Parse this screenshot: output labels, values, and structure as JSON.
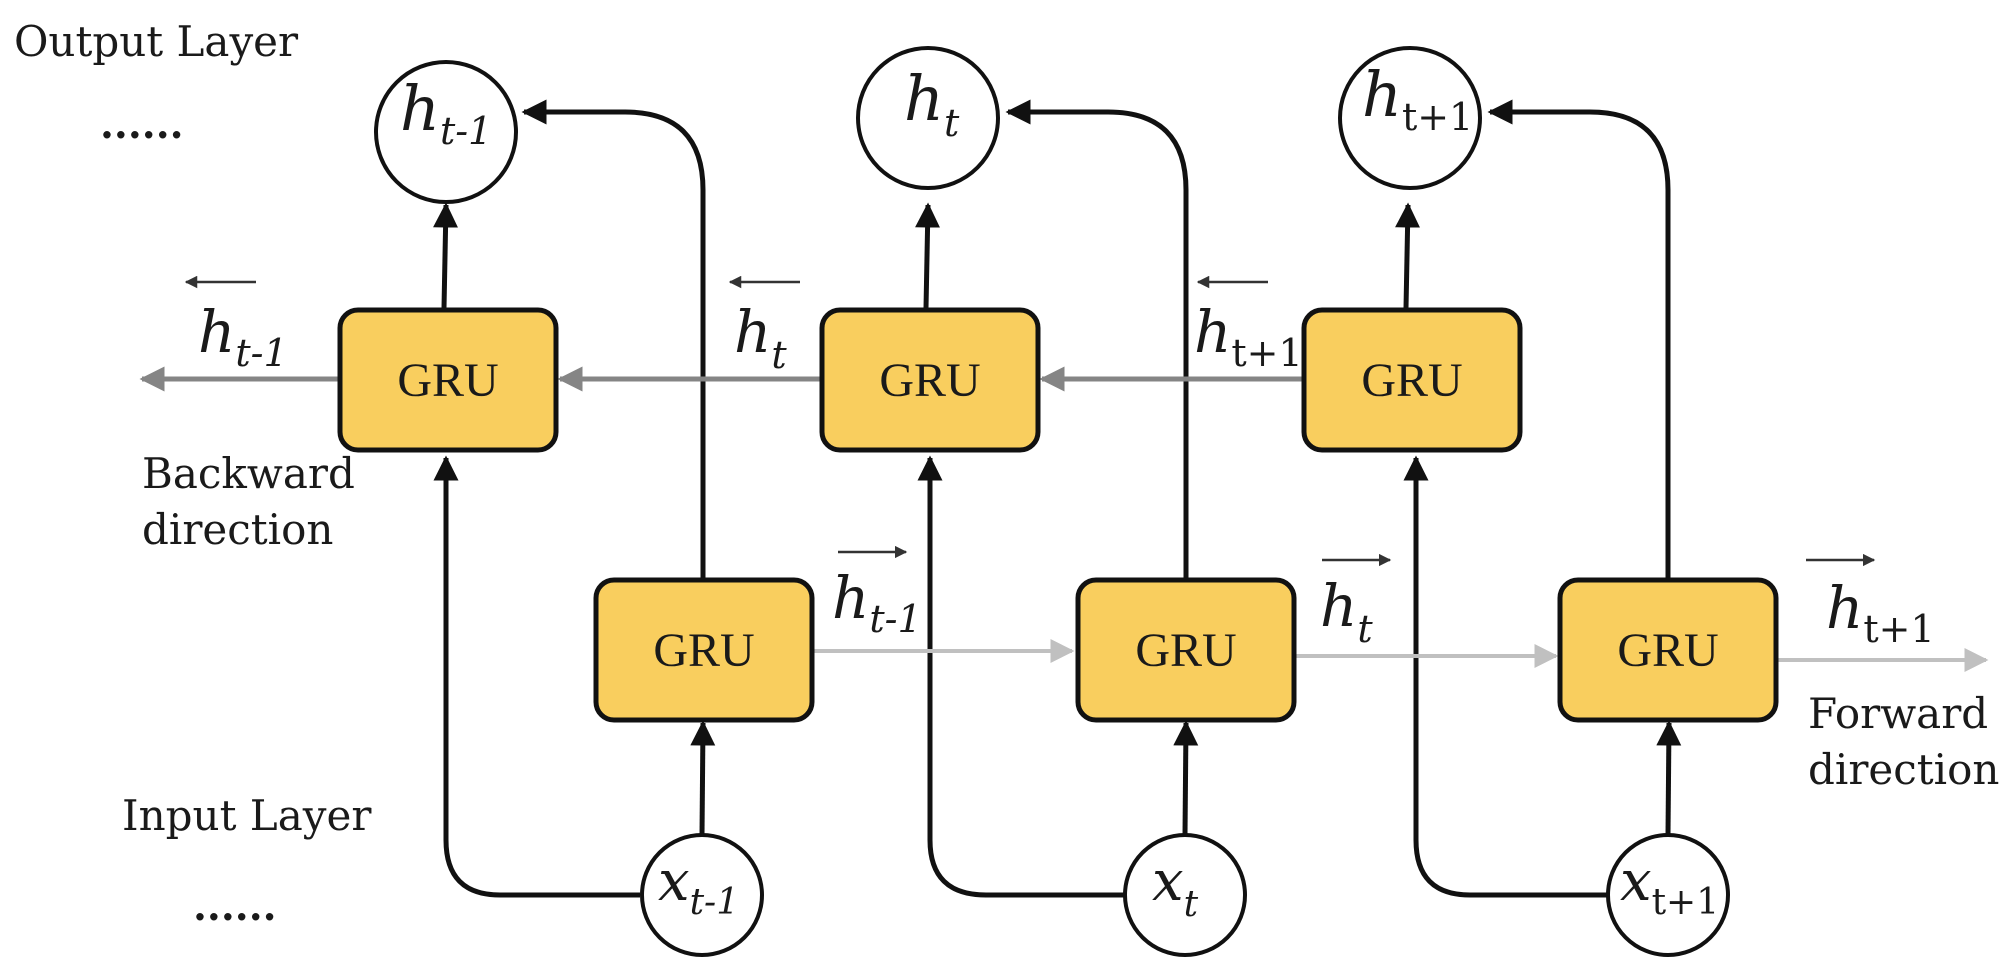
{
  "layers": {
    "output": "Output Layer",
    "input": "Input Layer",
    "ellipsis": "......"
  },
  "gru_label": "GRU",
  "outputs": [
    {
      "var": "h",
      "sub": "t-1"
    },
    {
      "var": "h",
      "sub": "t"
    },
    {
      "var": "h",
      "sub": "t+1"
    }
  ],
  "inputs": [
    {
      "var": "x",
      "sub": "t-1"
    },
    {
      "var": "x",
      "sub": "t"
    },
    {
      "var": "x",
      "sub": "t+1"
    }
  ],
  "backward_states": [
    {
      "var": "h",
      "sub": "t-1"
    },
    {
      "var": "h",
      "sub": "t"
    },
    {
      "var": "h",
      "sub": "t+1"
    }
  ],
  "forward_states": [
    {
      "var": "h",
      "sub": "t-1"
    },
    {
      "var": "h",
      "sub": "t"
    },
    {
      "var": "h",
      "sub": "t+1"
    }
  ],
  "directions": {
    "backward": [
      "Backward",
      "direction"
    ],
    "forward": [
      "Forward",
      "direction"
    ]
  },
  "colors": {
    "gru_fill": "#f9ce5e",
    "backward_arrow": "#858585",
    "forward_arrow": "#c0c0c0"
  }
}
